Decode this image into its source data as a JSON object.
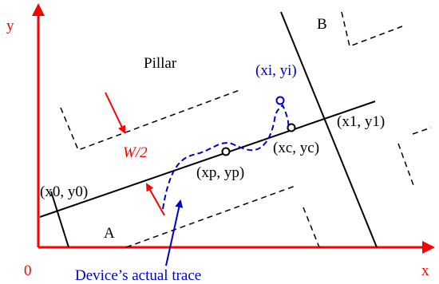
{
  "axes": {
    "y_label": "y",
    "x_label": "x",
    "origin_label": "0",
    "axis_color": "#ff0000"
  },
  "labels": {
    "pillar": "Pillar",
    "region_a": "A",
    "region_b": "B",
    "half_width": "W/2",
    "trace_caption": "Device’s actual trace"
  },
  "points": {
    "start": {
      "label": "(x0, y0)"
    },
    "end": {
      "label": "(x1, y1)"
    },
    "closest_segment_point": {
      "label": "(xc, yc)"
    },
    "projected": {
      "label": "(xp, yp)"
    },
    "measured": {
      "label": "(xi, yi)"
    }
  },
  "colors": {
    "lines": "#000000",
    "annotation": "#ff0000",
    "trace": "#0000cc"
  }
}
